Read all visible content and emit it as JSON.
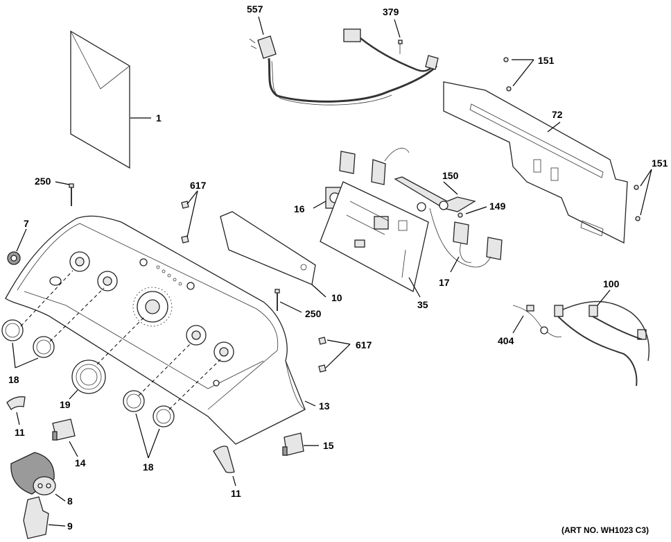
{
  "diagram": {
    "art_number": "(ART NO. WH1023 C3)",
    "callouts": {
      "c1": "1",
      "c250a": "250",
      "c7": "7",
      "c617a": "617",
      "c18a": "18",
      "c19": "19",
      "c11a": "11",
      "c14": "14",
      "c8": "8",
      "c9": "9",
      "c18b": "18",
      "c11b": "11",
      "c15": "15",
      "c13": "13",
      "c10": "10",
      "c250b": "250",
      "c617b": "617",
      "c16": "16",
      "c35": "35",
      "c557": "557",
      "c379": "379",
      "c150": "150",
      "c149": "149",
      "c17": "17",
      "c151a": "151",
      "c72": "72",
      "c151b": "151",
      "c100": "100",
      "c404": "404"
    }
  }
}
